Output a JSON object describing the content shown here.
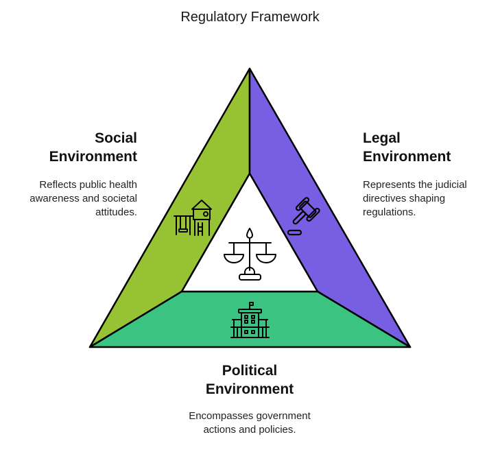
{
  "title": "Regulatory Framework",
  "colors": {
    "social": "#97c233",
    "legal": "#785ee2",
    "political": "#3bc481",
    "stroke": "#000000"
  },
  "segments": [
    {
      "id": "social",
      "heading_line1": "Social",
      "heading_line2": "Environment",
      "description": "Reflects public health awareness and societal attitudes.",
      "icon": "playground-icon"
    },
    {
      "id": "legal",
      "heading_line1": "Legal",
      "heading_line2": "Environment",
      "description": "Represents the judicial directives shaping regulations.",
      "icon": "gavel-icon"
    },
    {
      "id": "political",
      "heading_line1": "Political",
      "heading_line2": "Environment",
      "description": "Encompasses government actions and policies.",
      "icon": "government-building-icon"
    }
  ],
  "center_icon": "scales-of-justice-icon"
}
